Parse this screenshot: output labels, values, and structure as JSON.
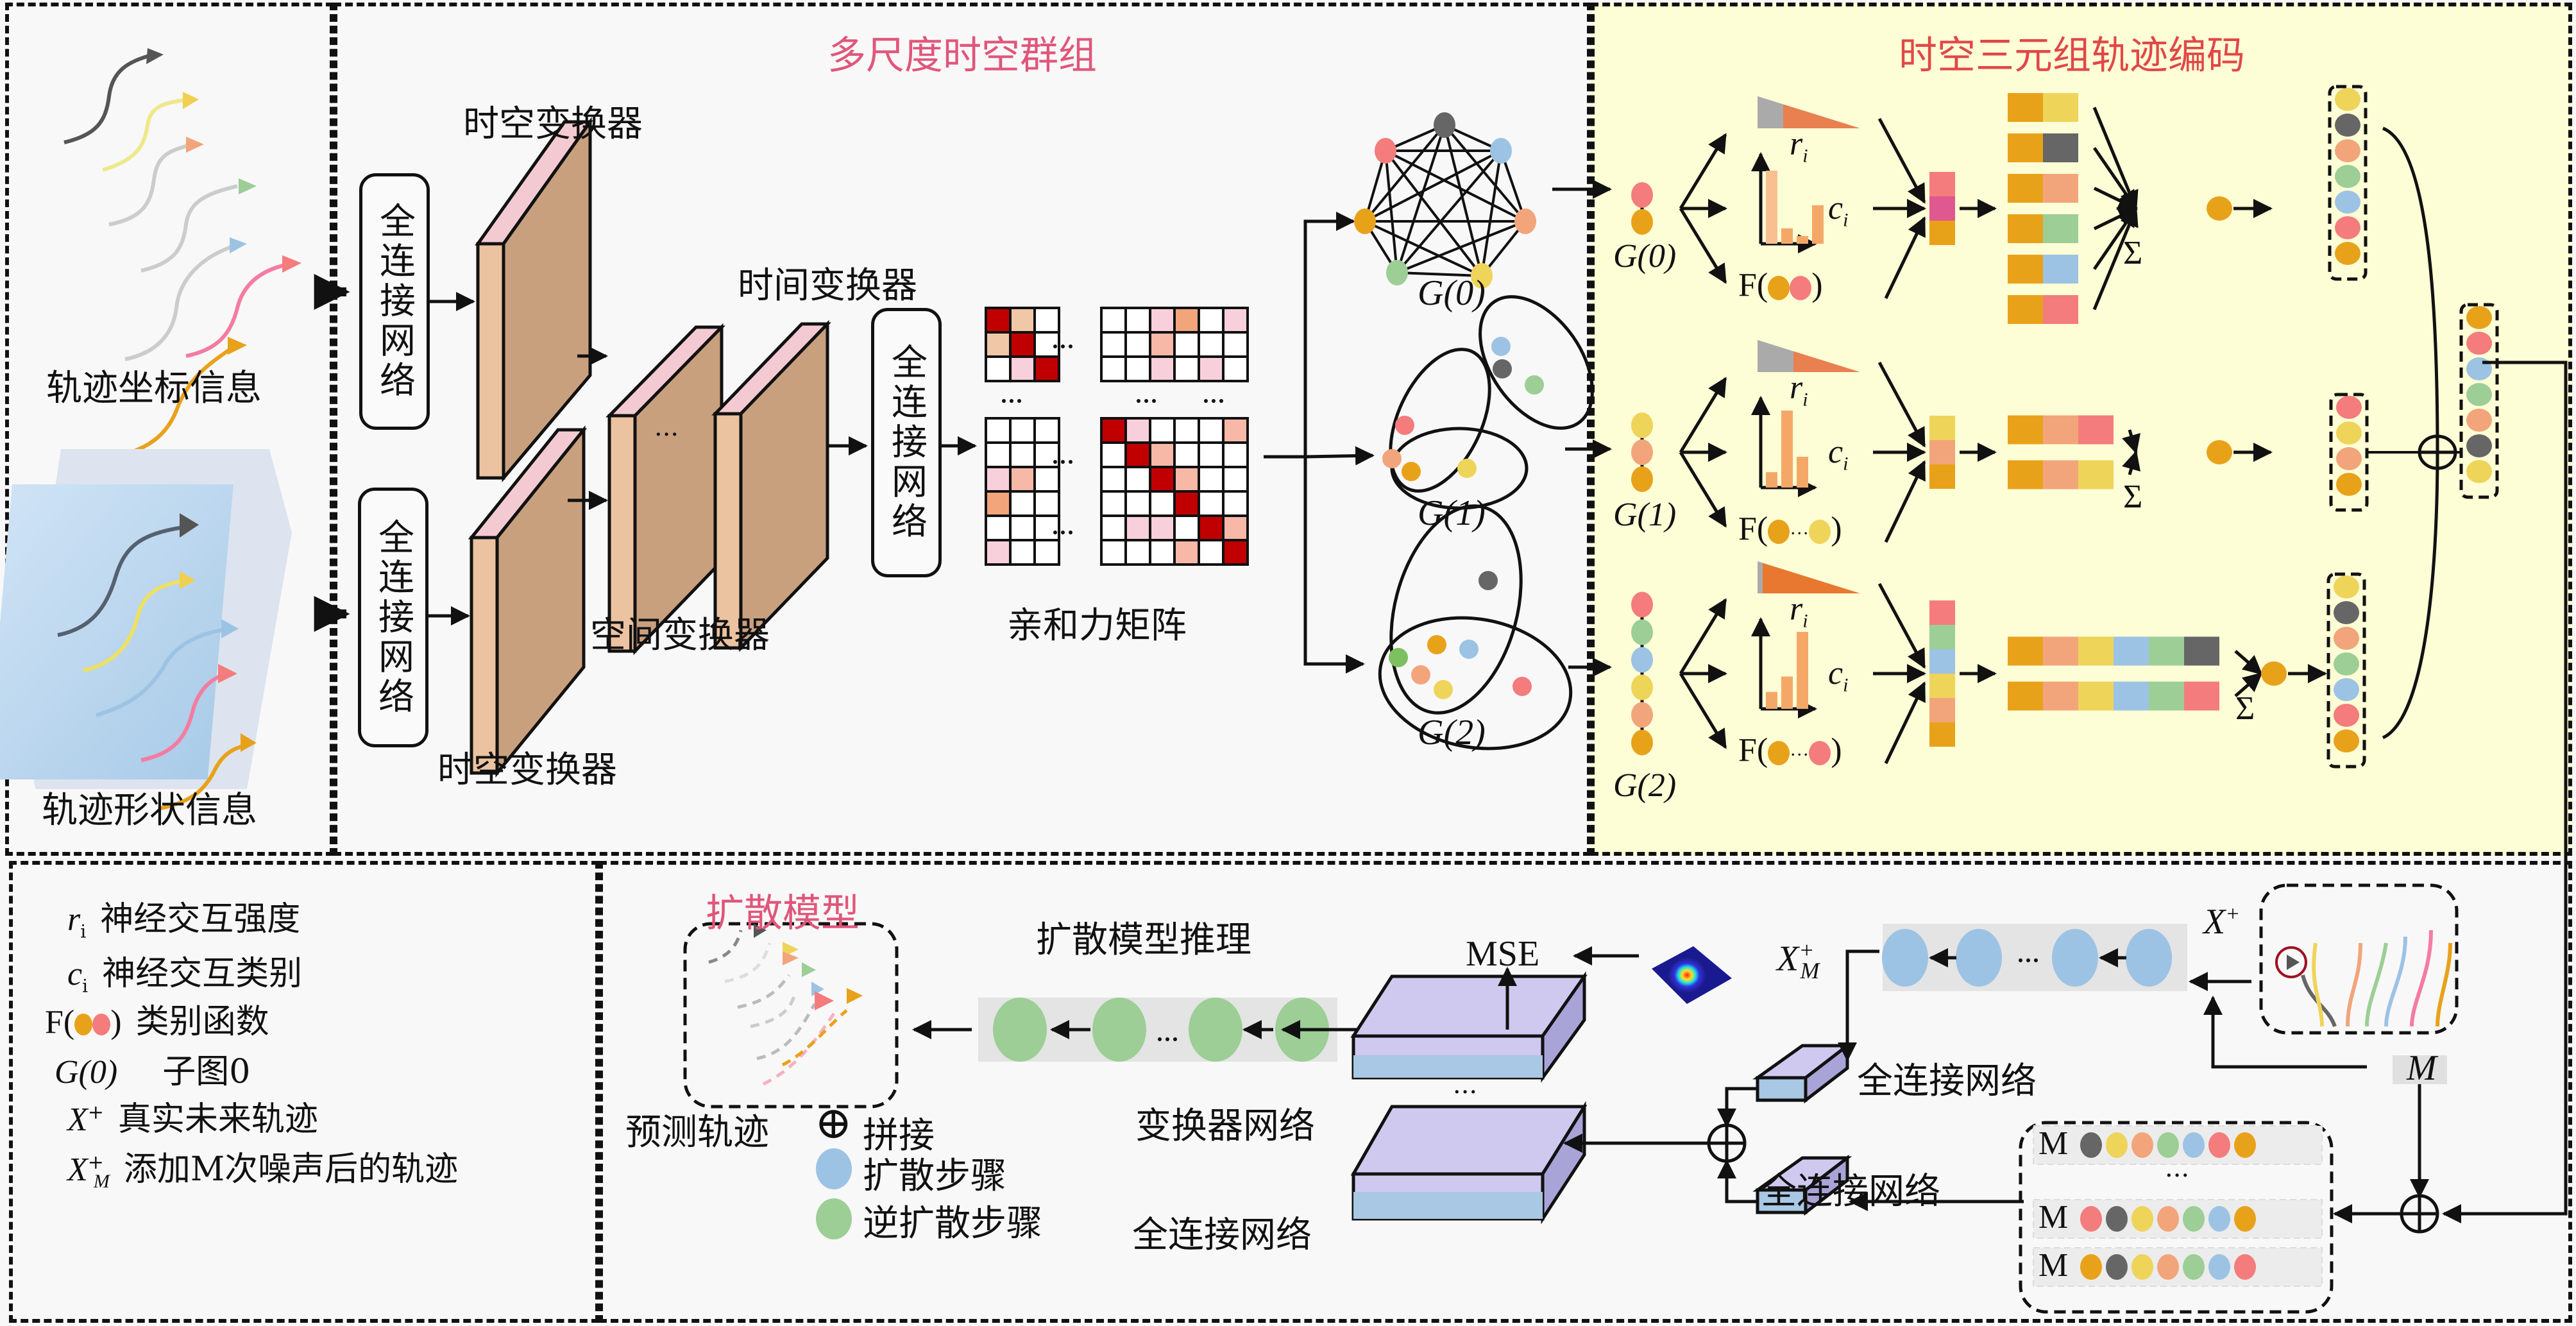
{
  "panels": {
    "input": {
      "coord_label": "轨迹坐标信息",
      "shape_label": "轨迹形状信息"
    },
    "grouping": {
      "title": "多尺度时空群组",
      "fc_label": "全连接网络",
      "st_transformer_top": "时空变换器",
      "st_transformer_bottom": "时空变换器",
      "spatial_transformer": "空间变换器",
      "temporal_transformer": "时间变换器",
      "affinity_matrix": "亲和力矩阵",
      "ellipsis": "···",
      "graphs": [
        "G(0)",
        "G(1)",
        "G(2)"
      ]
    },
    "encoding": {
      "title": "时空三元组轨迹编码",
      "ri": "r",
      "ri_sub": "i",
      "ci": "c",
      "ci_sub": "i",
      "func": "F(",
      "func_close": ")",
      "sum": "Σ",
      "graphs": [
        "G(0)",
        "G(1)",
        "G(2)"
      ],
      "concat_symbol": "⊕"
    },
    "legend": {
      "items": [
        {
          "symbol": "r",
          "sub": "i",
          "text": "神经交互强度"
        },
        {
          "symbol": "c",
          "sub": "i",
          "text": "神经交互类别"
        },
        {
          "symbol": "F(",
          "sub": "",
          "text": "类别函数"
        },
        {
          "symbol": "G(0)",
          "sub": "",
          "text": "子图0"
        },
        {
          "symbol": "X",
          "sup": "+",
          "text": "真实未来轨迹"
        },
        {
          "symbol": "X",
          "sup": "+",
          "sub": "M",
          "text": "添加M次噪声后的轨迹"
        }
      ]
    },
    "diffusion": {
      "title": "扩散模型",
      "inference_label": "扩散模型推理",
      "predicted_label": "预测轨迹",
      "concat_legend": "拼接",
      "diffusion_step": "扩散步骤",
      "reverse_step": "逆扩散步骤",
      "mse": "MSE",
      "transformer_net": "变换器网络",
      "fc_net_bottom_left": "全连接网络",
      "fc_net_upper": "全连接网络",
      "fc_net_lower": "全连接网络",
      "xm_label": "X",
      "xm_sup": "+",
      "xm_sub": "M",
      "xplus_label": "X",
      "xplus_sup": "+",
      "m_label": "M",
      "m_rows": [
        "M",
        "M",
        "M"
      ],
      "ellipsis": "···"
    }
  },
  "colors": {
    "orange": "#e8a21a",
    "pink": "#f47c7c",
    "blue": "#9cc3e4",
    "green": "#9cce96",
    "yellow": "#efd45a",
    "salmon": "#f2a57a",
    "gray": "#666666",
    "encoding_bg": "#fdfdd6",
    "block_face": "#c9a07e",
    "block_front": "#ecc3a0",
    "block_edge": "#f4cad2",
    "slab_top": "#cfc9f0",
    "slab_front": "#a8c8e4",
    "red_dark": "#c00000"
  }
}
